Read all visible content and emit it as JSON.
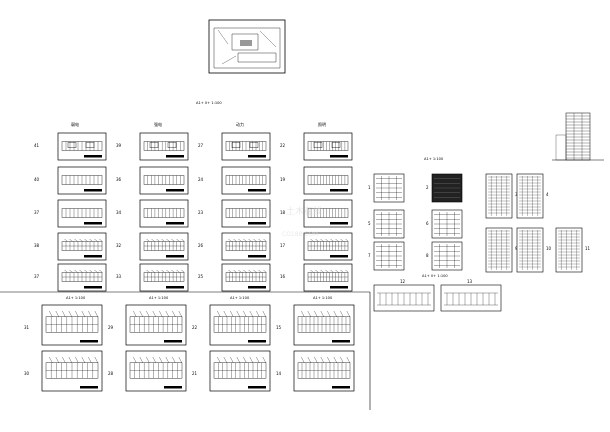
{
  "page_title": "",
  "colors": {
    "ink": "#000000",
    "background": "#ffffff",
    "watermark": "#d9d9d9"
  },
  "watermark": {
    "text": "土木在线",
    "subtext": "CO188.COM"
  },
  "scale_labels": {
    "main": "A1+ 0+ 1:100",
    "group_right": "A1+ 1:100",
    "group_right_sub": "A1+ 0+ 1:100",
    "lower_1": "A1+ 1:100",
    "lower_2": "A1+ 1:100",
    "lower_3": "A1+ 1:100",
    "lower_4": "A1+ 1:100"
  },
  "column_headers": [
    "弱电",
    "强电",
    "动力",
    "照明"
  ],
  "upper_grid_numbers": [
    [
      "41",
      "39",
      "27",
      "22"
    ],
    [
      "40",
      "36",
      "24",
      "19"
    ],
    [
      "37",
      "34",
      "23",
      "18"
    ],
    [
      "38",
      "32",
      "26",
      "17"
    ],
    [
      "37",
      "33",
      "25",
      "16"
    ]
  ],
  "lower_grid_numbers": [
    [
      "31",
      "29",
      "22",
      "15"
    ],
    [
      "30",
      "28",
      "21",
      "14"
    ]
  ],
  "right_group_numbers": [
    "1",
    "2",
    "3",
    "4",
    "5",
    "6",
    "7",
    "8",
    "9",
    "10",
    "11",
    "12",
    "13"
  ]
}
